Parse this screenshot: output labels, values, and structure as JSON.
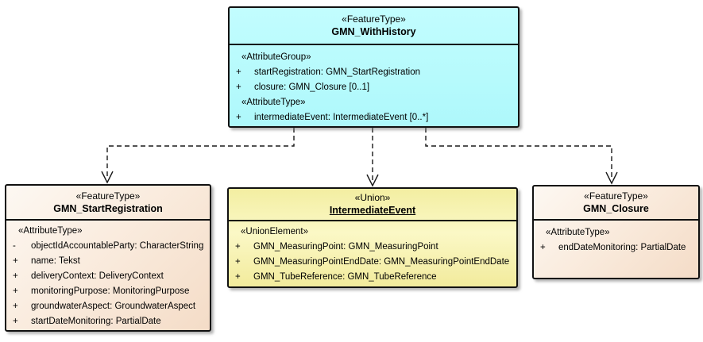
{
  "diagram": {
    "type": "uml-class-diagram",
    "background": "#FFFFFF",
    "colors": {
      "feature_type_highlight_fill": "#B4FBFD",
      "feature_type_fill": "#F6E0CD",
      "union_fill": "#F5F0A6",
      "border": "#111111",
      "text": "#000000",
      "connector": "#1A1A1A"
    },
    "classes": [
      {
        "stereotype": "«FeatureType»",
        "name": "GMN_WithHistory",
        "rows": [
          {
            "kind": "stereotype",
            "text": "«AttributeGroup»"
          },
          {
            "kind": "attribute",
            "vis": "+",
            "text": "startRegistration: GMN_StartRegistration"
          },
          {
            "kind": "attribute",
            "vis": "+",
            "text": "closure: GMN_Closure [0..1]"
          },
          {
            "kind": "stereotype",
            "text": "«AttributeType»"
          },
          {
            "kind": "attribute",
            "vis": "+",
            "text": "intermediateEvent: IntermediateEvent [0..*]"
          }
        ]
      },
      {
        "stereotype": "«FeatureType»",
        "name": "GMN_StartRegistration",
        "rows": [
          {
            "kind": "stereotype",
            "text": "«AttributeType»"
          },
          {
            "kind": "attribute",
            "vis": "-",
            "text": "objectIdAccountableParty: CharacterString"
          },
          {
            "kind": "attribute",
            "vis": "+",
            "text": "name: Tekst"
          },
          {
            "kind": "attribute",
            "vis": "+",
            "text": "deliveryContext: DeliveryContext"
          },
          {
            "kind": "attribute",
            "vis": "+",
            "text": "monitoringPurpose: MonitoringPurpose"
          },
          {
            "kind": "attribute",
            "vis": "+",
            "text": "groundwaterAspect: GroundwaterAspect"
          },
          {
            "kind": "attribute",
            "vis": "+",
            "text": "startDateMonitoring: PartialDate"
          }
        ]
      },
      {
        "stereotype": "«Union»",
        "name": "IntermediateEvent",
        "name_underlined": true,
        "rows": [
          {
            "kind": "stereotype",
            "text": "«UnionElement»"
          },
          {
            "kind": "attribute",
            "vis": "+",
            "text": "GMN_MeasuringPoint: GMN_MeasuringPoint"
          },
          {
            "kind": "attribute",
            "vis": "+",
            "text": "GMN_MeasuringPointEndDate: GMN_MeasuringPointEndDate"
          },
          {
            "kind": "attribute",
            "vis": "+",
            "text": "GMN_TubeReference: GMN_TubeReference"
          }
        ]
      },
      {
        "stereotype": "«FeatureType»",
        "name": "GMN_Closure",
        "rows": [
          {
            "kind": "stereotype",
            "text": "«AttributeType»"
          },
          {
            "kind": "attribute",
            "vis": "+",
            "text": "endDateMonitoring: PartialDate"
          }
        ]
      }
    ],
    "relationships": [
      {
        "from": "GMN_WithHistory",
        "to": "GMN_StartRegistration",
        "type": "dashed-dependency-open-arrow"
      },
      {
        "from": "GMN_WithHistory",
        "to": "IntermediateEvent",
        "type": "dashed-dependency-open-arrow"
      },
      {
        "from": "GMN_WithHistory",
        "to": "GMN_Closure",
        "type": "dashed-dependency-open-arrow"
      }
    ]
  }
}
